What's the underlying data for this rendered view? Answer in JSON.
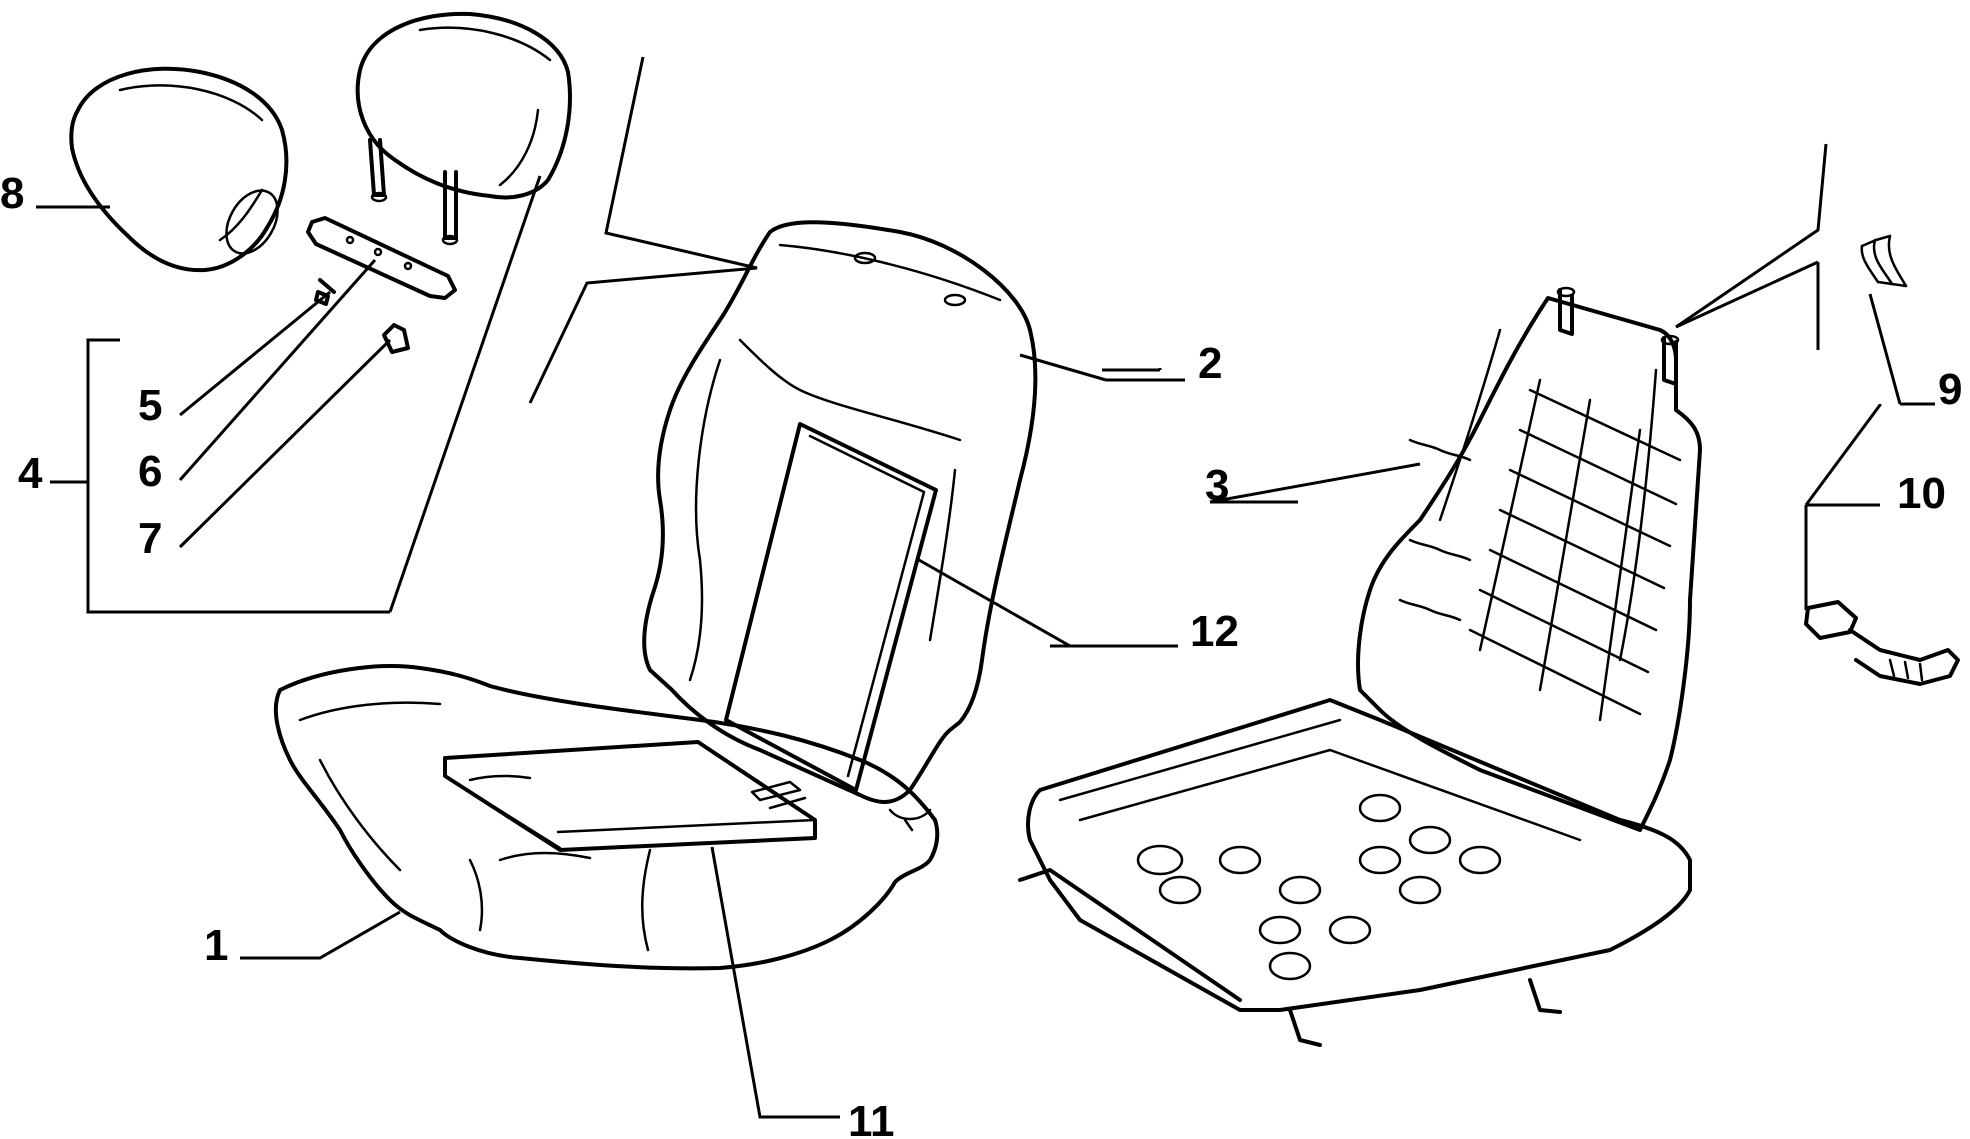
{
  "diagram": {
    "callouts": [
      {
        "id": "1",
        "label": "1"
      },
      {
        "id": "2",
        "label": "2"
      },
      {
        "id": "3",
        "label": "3"
      },
      {
        "id": "4",
        "label": "4"
      },
      {
        "id": "5",
        "label": "5"
      },
      {
        "id": "6",
        "label": "6"
      },
      {
        "id": "7",
        "label": "7"
      },
      {
        "id": "8",
        "label": "8"
      },
      {
        "id": "9",
        "label": "9"
      },
      {
        "id": "10",
        "label": "10"
      },
      {
        "id": "11",
        "label": "11"
      },
      {
        "id": "12",
        "label": "12"
      }
    ],
    "colors": {
      "ink": "#000000",
      "background": "#ffffff"
    }
  }
}
